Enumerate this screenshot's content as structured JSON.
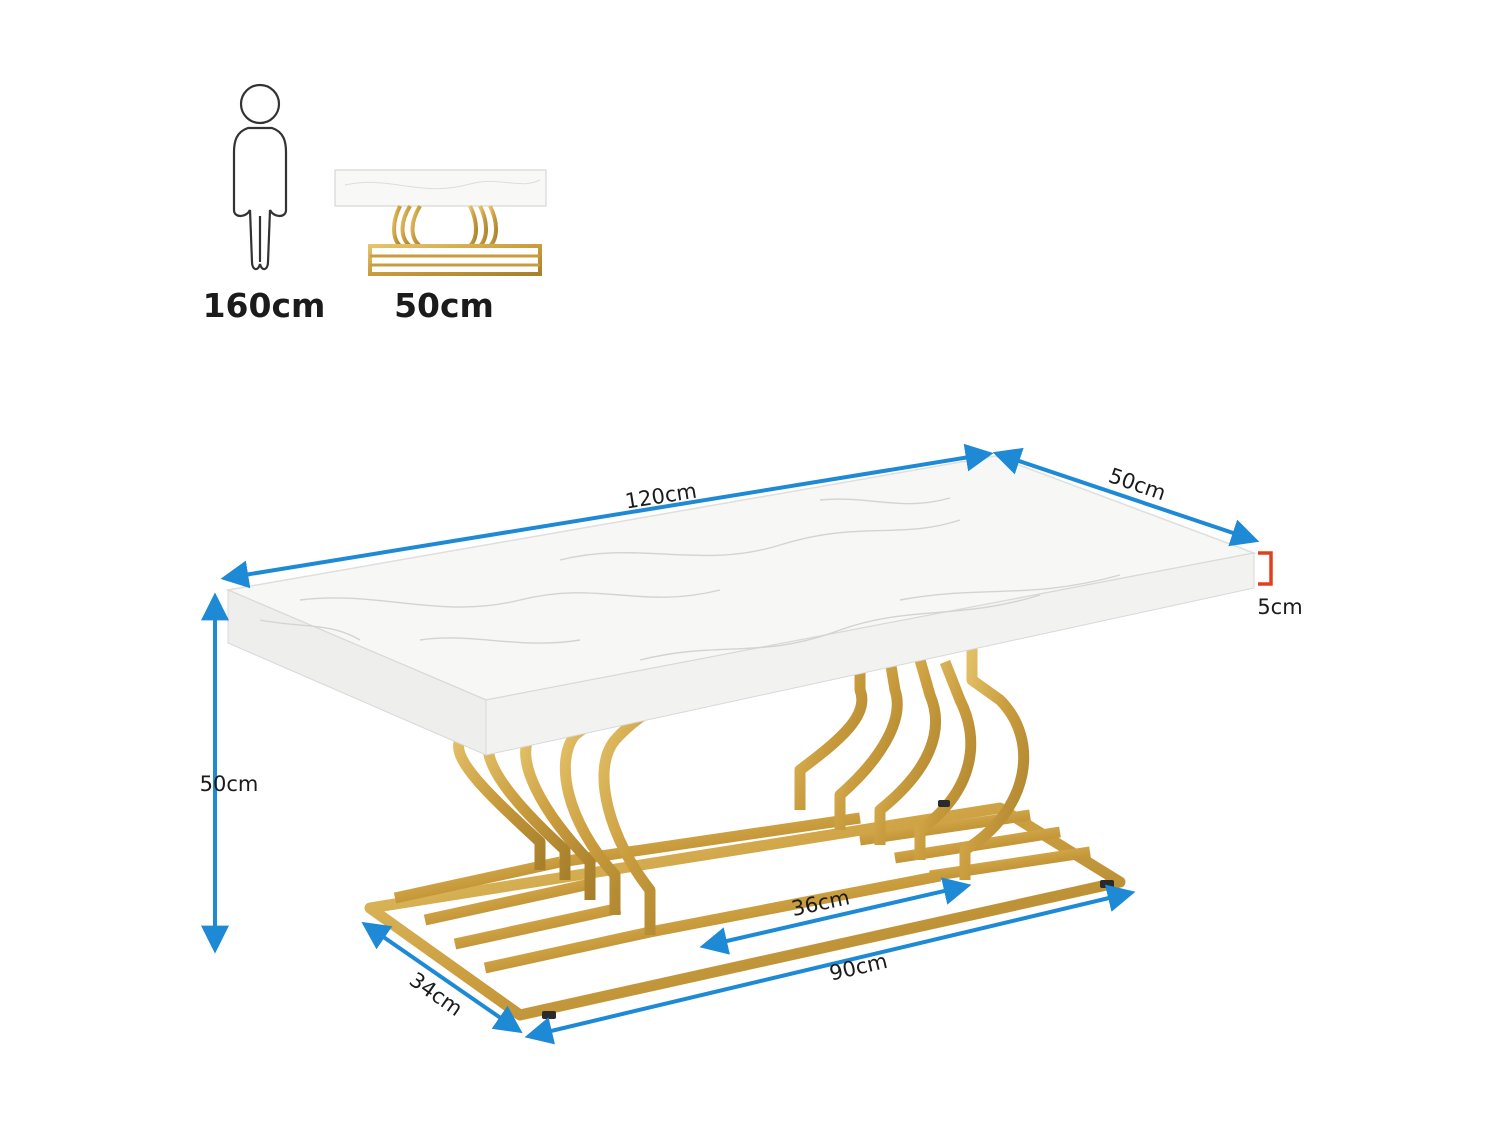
{
  "scale_reference": {
    "person_height": "160cm",
    "table_height": "50cm"
  },
  "dimensions": {
    "length": "120cm",
    "depth": "50cm",
    "top_thickness": "5cm",
    "height": "50cm",
    "base_length": "90cm",
    "base_depth": "34cm",
    "inner_span": "36cm"
  },
  "colors": {
    "arrow": "#1e8ad6",
    "thickness_marker": "#e0401f",
    "gold": "#c9a040",
    "marble": "#f7f7f5"
  }
}
